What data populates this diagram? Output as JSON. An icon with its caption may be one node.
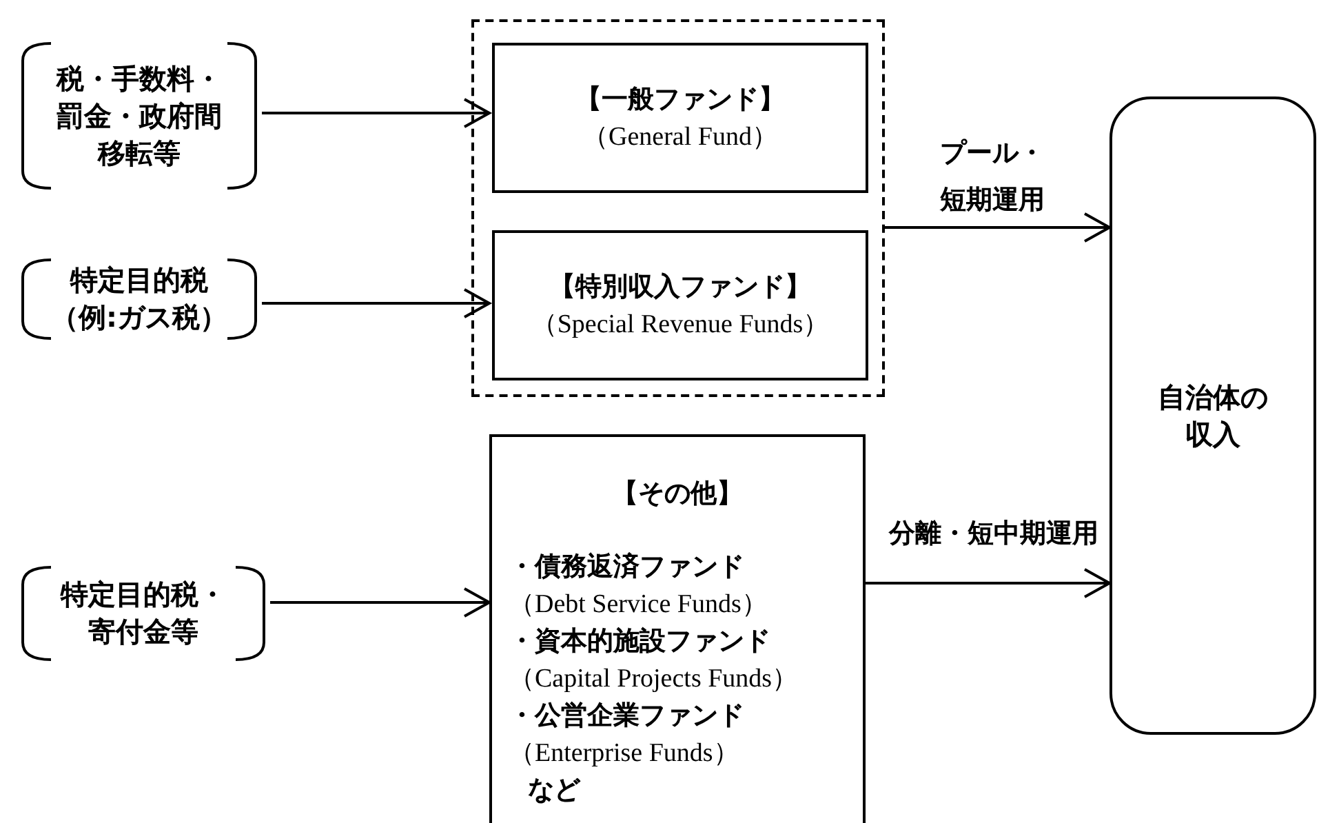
{
  "diagram": {
    "nodes": [
      {
        "text": [
          "税・手数料・罰金・政府間移転等"
        ]
      },
      {
        "text": [
          "特定目的税（例:ガス税）"
        ]
      },
      {
        "text": [
          "特定目的税・寄付金等"
        ]
      },
      {
        "text": [],
        "shape": "box"
      },
      {
        "text": [
          "【一般ファンド】",
          "（General Fund）"
        ],
        "in": 3
      },
      {
        "text": [
          "【特別収入ファンド】",
          "（Special Revenue Funds）"
        ],
        "in": 3
      },
      {
        "text": [
          "【その他】",
          "・債務返済ファンド",
          "（Debt Service Funds）",
          "・資本的施設ファンド",
          "（Capital Projects Funds）",
          "・公営企業ファンド",
          "（Enterprise Funds）",
          "など"
        ]
      },
      {
        "text": [
          "自治体の収入"
        ]
      }
    ],
    "edges": [
      {
        "from": 0,
        "to": 4,
        "arrow": "to"
      },
      {
        "from": 1,
        "to": 5,
        "arrow": "to"
      },
      {
        "from": 2,
        "to": 6,
        "arrow": "to"
      },
      {
        "from": 3,
        "to": 7,
        "arrow": "to",
        "label": "プール・短期運用"
      },
      {
        "from": 6,
        "to": 7,
        "arrow": "to",
        "label": "分離・短中期運用"
      }
    ]
  }
}
